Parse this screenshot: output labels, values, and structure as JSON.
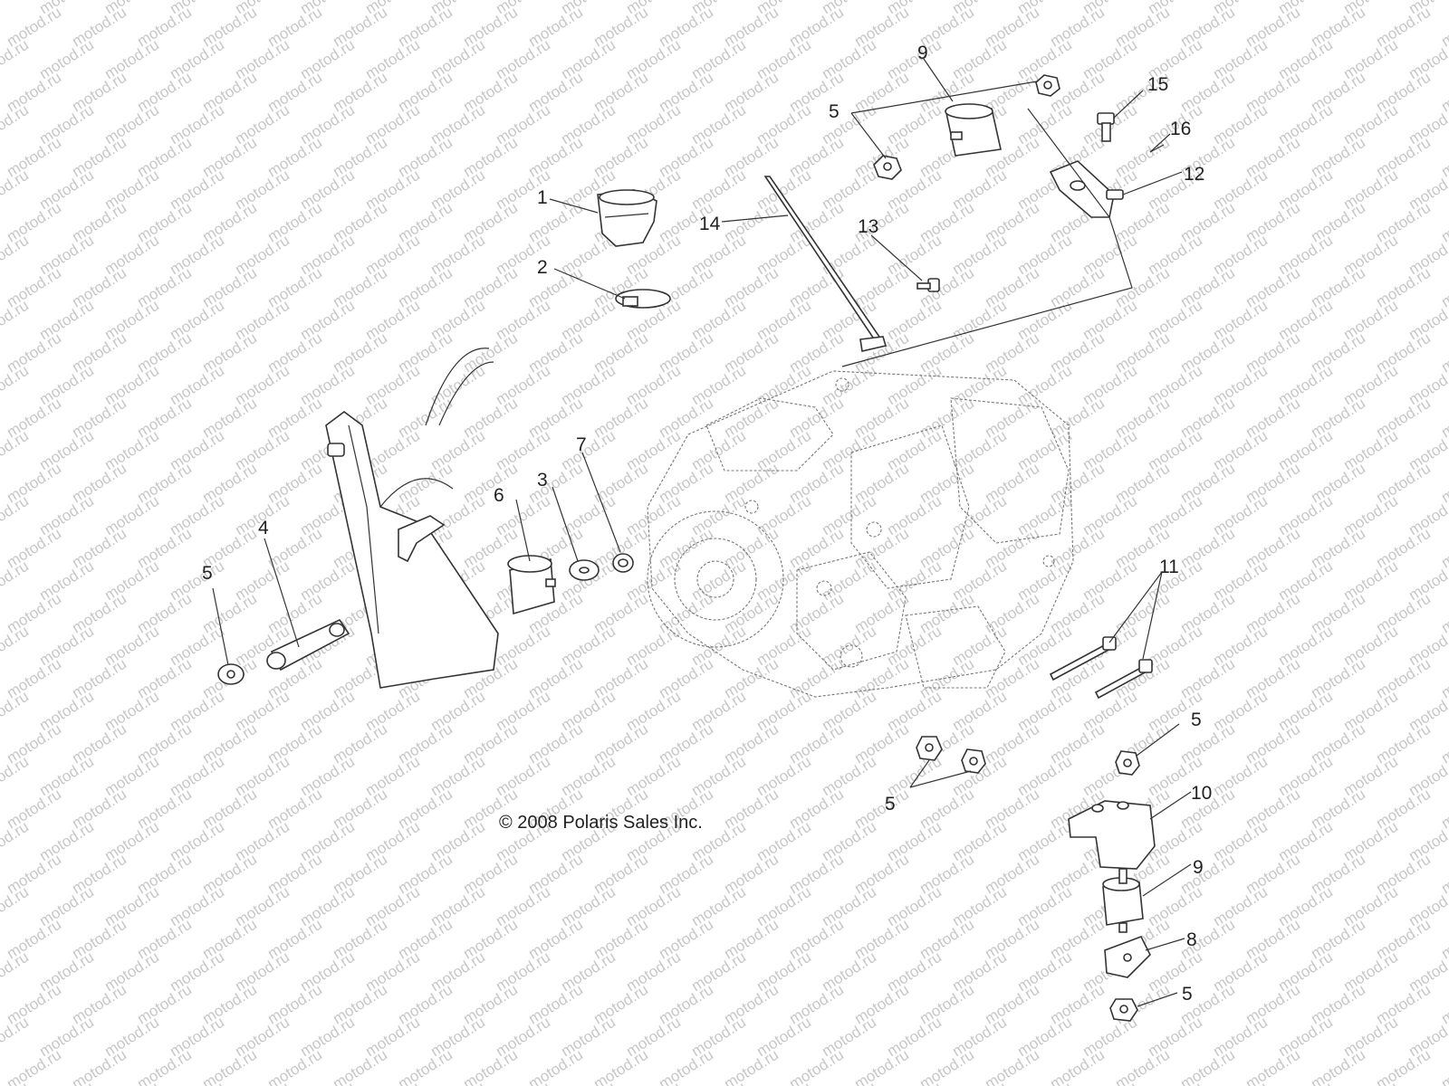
{
  "watermark": "motod.ru",
  "copyright": "© 2008 Polaris Sales Inc.",
  "callouts": {
    "c1": "1",
    "c2": "2",
    "c3": "3",
    "c4": "4",
    "c5a": "5",
    "c5b": "5",
    "c5c": "5",
    "c5d": "5",
    "c5e": "5",
    "c6": "6",
    "c7": "7",
    "c8": "8",
    "c9a": "9",
    "c9b": "9",
    "c10": "10",
    "c11": "11",
    "c12": "12",
    "c13": "13",
    "c14": "14",
    "c15": "15",
    "c16": "16"
  }
}
